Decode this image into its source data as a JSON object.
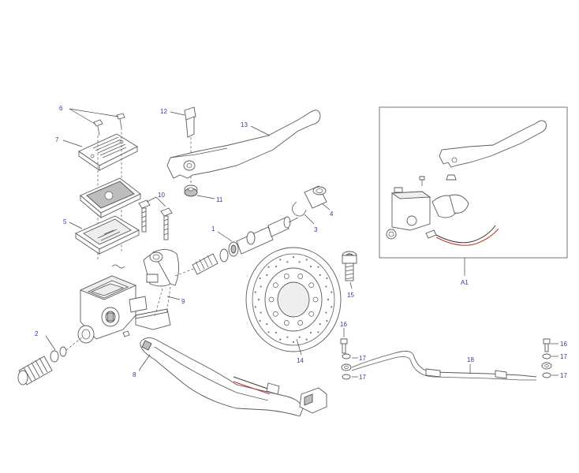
{
  "callouts": {
    "c1": "1",
    "c2": "2",
    "c3": "3",
    "c4": "4",
    "c5": "5",
    "c6": "6",
    "c7": "7",
    "c8": "8",
    "c9": "9",
    "c10": "10",
    "c11": "11",
    "c12": "12",
    "c13": "13",
    "c14": "14",
    "c15": "15",
    "c16a": "16",
    "c16b": "16",
    "c17a": "17",
    "c17b": "17",
    "c17c": "17",
    "c17d": "17",
    "c18": "18",
    "cA1": "A1"
  }
}
